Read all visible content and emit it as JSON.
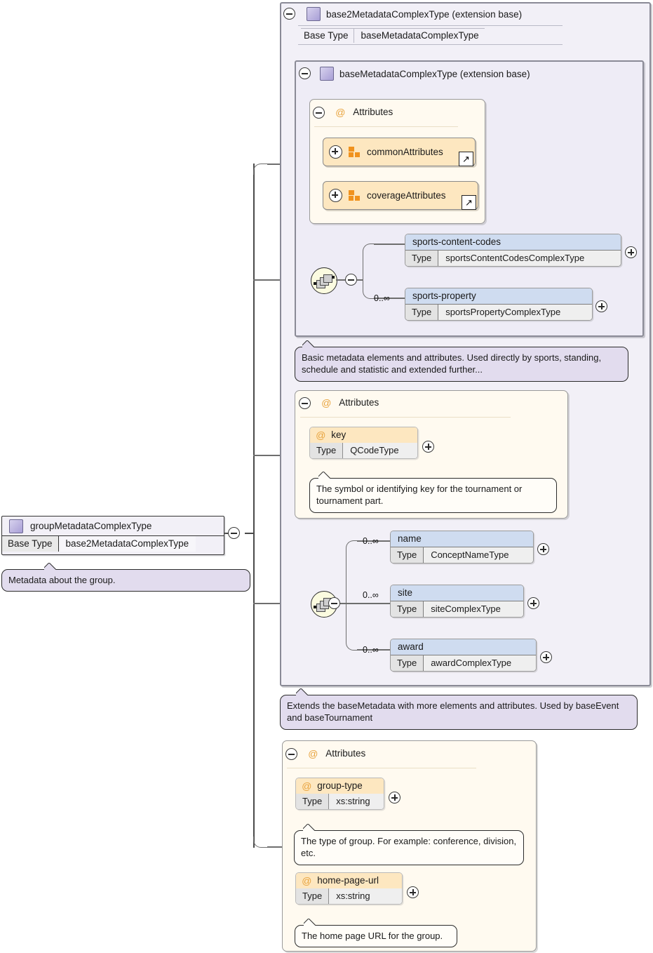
{
  "diagram": {
    "title": "groupMetadataComplexType XSD diagram",
    "colors": {
      "complex_type_fill": "#f2f0f7",
      "attribute_fill": "#fffaf0",
      "element_name_fill": "#cfdcf0",
      "attribute_name_fill": "#fde7c0",
      "annotation_fill": "#e2dcee",
      "accent_orange": "#f0921e",
      "border": "#8a8a96"
    }
  },
  "root": {
    "name": "groupMetadataComplexType",
    "base_type_label": "Base Type",
    "base_type_value": "base2MetadataComplexType",
    "icon": "complextype-icon",
    "annotation": "Metadata about the group.",
    "collapse_icon": "minus-icon"
  },
  "base2": {
    "title": "base2MetadataComplexType (extension base)",
    "base_type_label": "Base Type",
    "base_type_value": "baseMetadataComplexType",
    "collapse_icon": "minus-icon",
    "annotation": "Extends the baseMetadata with more elements and attributes. Used by baseEvent and baseTournament"
  },
  "base": {
    "title": "baseMetadataComplexType (extension base)",
    "collapse_icon": "minus-icon",
    "annotation": "Basic metadata elements and attributes. Used directly by sports, standing, schedule and statistic and extended further...",
    "attributes_header": "Attributes",
    "attribute_groups": [
      {
        "label": "commonAttributes",
        "expand_icon": "plus-icon",
        "link_icon": "external-link-icon"
      },
      {
        "label": "coverageAttributes",
        "expand_icon": "plus-icon",
        "link_icon": "external-link-icon"
      }
    ],
    "sequence_icon": "sequence-icon",
    "elements": [
      {
        "name": "sports-content-codes",
        "type_label": "Type",
        "type_value": "sportsContentCodesComplexType",
        "occurs": "",
        "expand_icon": "plus-icon"
      },
      {
        "name": "sports-property",
        "type_label": "Type",
        "type_value": "sportsPropertyComplexType",
        "occurs": "0..∞",
        "expand_icon": "plus-icon"
      }
    ]
  },
  "base2_attributes": {
    "header": "Attributes",
    "items": [
      {
        "name": "key",
        "type_label": "Type",
        "type_value": "QCodeType",
        "expand_icon": "plus-icon",
        "annotation": "The symbol or identifying key for the tournament or tournament part."
      }
    ]
  },
  "base2_sequence": {
    "sequence_icon": "sequence-icon",
    "elements": [
      {
        "name": "name",
        "type_label": "Type",
        "type_value": "ConceptNameType",
        "occurs": "0..∞",
        "expand_icon": "plus-icon"
      },
      {
        "name": "site",
        "type_label": "Type",
        "type_value": "siteComplexType",
        "occurs": "0..∞",
        "expand_icon": "plus-icon"
      },
      {
        "name": "award",
        "type_label": "Type",
        "type_value": "awardComplexType",
        "occurs": "0..∞",
        "expand_icon": "plus-icon"
      }
    ]
  },
  "group_attributes": {
    "header": "Attributes",
    "items": [
      {
        "name": "group-type",
        "type_label": "Type",
        "type_value": "xs:string",
        "expand_icon": "plus-icon",
        "annotation": "The type of group. For example: conference, division, etc."
      },
      {
        "name": "home-page-url",
        "type_label": "Type",
        "type_value": "xs:string",
        "expand_icon": "plus-icon",
        "annotation": "The home page URL for the group."
      }
    ]
  }
}
